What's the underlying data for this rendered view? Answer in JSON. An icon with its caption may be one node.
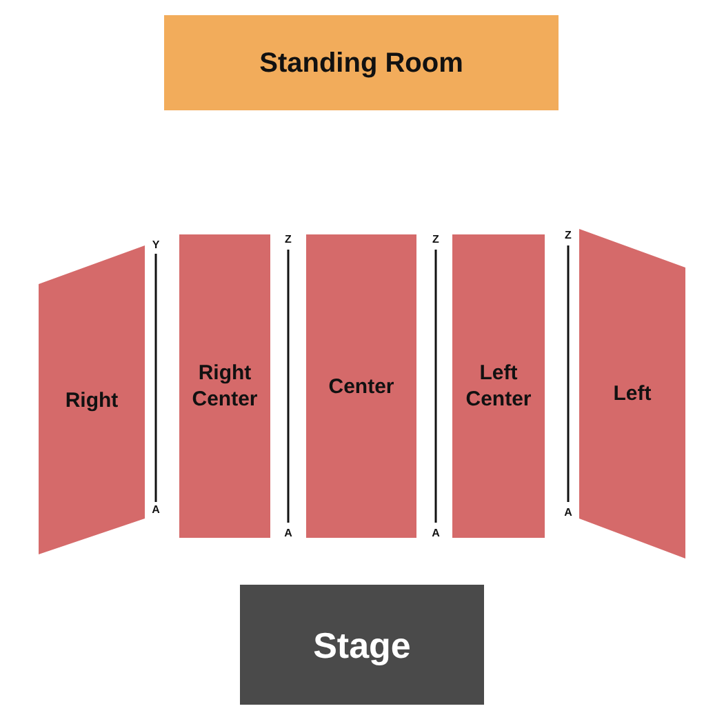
{
  "diagram": {
    "nodes": [
      {
        "text": [
          "Standing Room"
        ]
      },
      {
        "text": [
          "Right"
        ]
      },
      {
        "text": [
          "Right Center"
        ]
      },
      {
        "text": [
          "Center"
        ]
      },
      {
        "text": [
          "Left Center"
        ]
      },
      {
        "text": [
          "Left"
        ]
      },
      {
        "text": [
          "Stage"
        ]
      }
    ],
    "edges": [],
    "labels": [
      "Y",
      "Z",
      "Z",
      "Z",
      "A",
      "A",
      "A",
      "A"
    ]
  }
}
